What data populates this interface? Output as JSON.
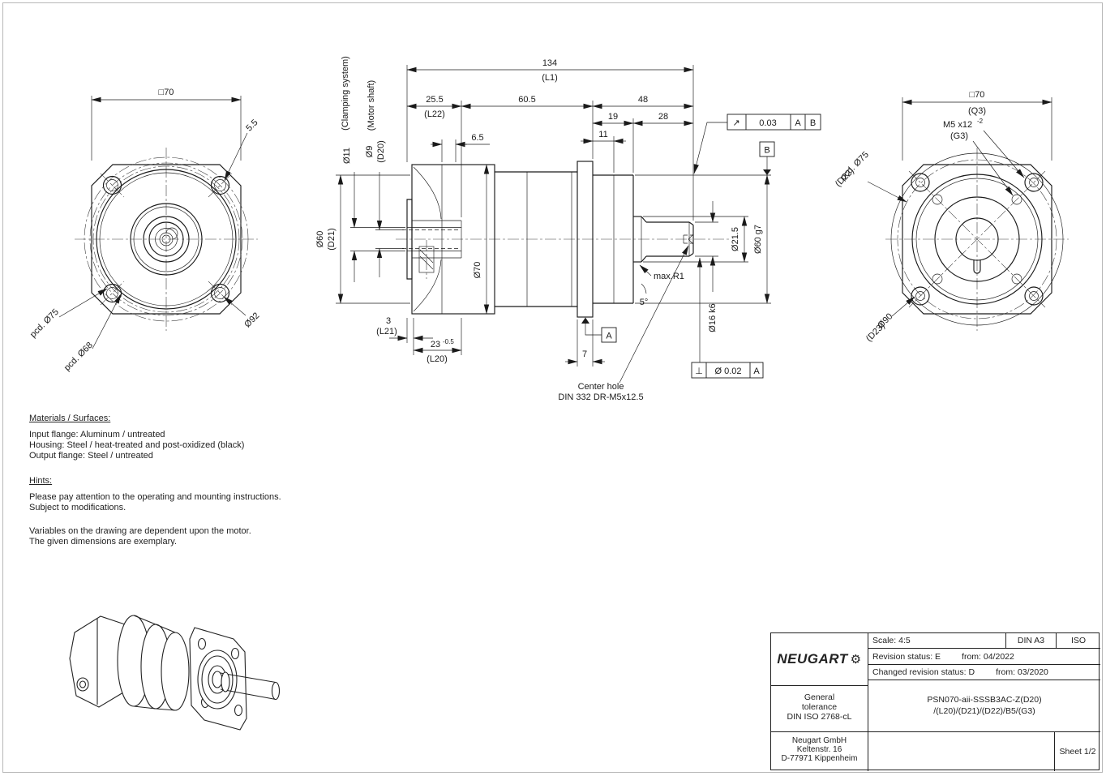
{
  "colors": {
    "line": "#1a1a1a",
    "centerline": "#3c3c3c",
    "page_border": "#b8b8b8"
  },
  "front_view": {
    "dim_square": "□70",
    "dim_hole": "5.5",
    "label_pcd75": "pcd. Ø75",
    "label_pcd68": "pcd. Ø68",
    "label_dia92": "Ø92"
  },
  "side_view": {
    "label_clamping": "(Clamping system)",
    "label_motor_shaft": "(Motor shaft)",
    "dim_134": "134",
    "ref_l1": "(L1)",
    "dim_25_5": "25.5",
    "ref_l22": "(L22)",
    "dim_60_5": "60.5",
    "dim_48": "48",
    "dim_19": "19",
    "dim_28": "28",
    "dim_11": "11",
    "dim_6_5": "6.5",
    "dia_11": "Ø11",
    "dia_9": "Ø9",
    "ref_d20": "(D20)",
    "dia_60": "Ø60",
    "ref_d21": "(D21)",
    "dia_70": "Ø70",
    "dia_21_5": "Ø21.5",
    "dia_60_g7": "Ø60 g7",
    "dia_16_k6": "Ø16 k6",
    "label_max_r1": "max.R1",
    "dim_angle": "5°",
    "dim_3": "3",
    "ref_l21": "(L21)",
    "dim_23": "23",
    "tol_23": "-0.5",
    "ref_l20": "(L20)",
    "dim_7": "7",
    "fcf_runout_symbol": "↗",
    "fcf_runout_value": "0.03",
    "fcf_runout_datum1": "A",
    "fcf_runout_datum2": "B",
    "datum_a": "A",
    "datum_b": "B",
    "fcf_perp_symbol": "⊥",
    "fcf_perp_value": "Ø 0.02",
    "fcf_perp_datum": "A",
    "note_center_hole_1": "Center hole",
    "note_center_hole_2": "DIN 332 DR-M5x12.5"
  },
  "rear_view": {
    "dim_square": "□70",
    "ref_q3": "(Q3)",
    "thread": "M5 x12",
    "thread_tol": "-2",
    "ref_g3": "(G3)",
    "label_pcd": "pcd. Ø75",
    "ref_d22": "(D22)",
    "label_dia90": "Ø90",
    "ref_d23": "(D23)"
  },
  "materials": {
    "heading": "Materials / Surfaces:",
    "line1": "Input flange: Aluminum / untreated",
    "line2": "Housing: Steel / heat-treated and post-oxidized (black)",
    "line3": "Output flange: Steel / untreated"
  },
  "hints": {
    "heading": "Hints:",
    "line1": "Please pay attention to the operating and mounting instructions.",
    "line2": "Subject to modifications.",
    "line3": "Variables on the drawing are dependent upon the motor.",
    "line4": "The given dimensions are exemplary."
  },
  "title_block": {
    "logo_text": "NEUGART",
    "gear_glyph": "⚙",
    "scale": "Scale: 4:5",
    "din": "DIN A3",
    "iso": "ISO",
    "revision_label": "Revision status: E",
    "revision_from": "from: 04/2022",
    "changed_label": "Changed revision status: D",
    "changed_from": "from: 03/2020",
    "tolerance_line1": "General",
    "tolerance_line2": "tolerance",
    "tolerance_line3": "DIN ISO 2768-cL",
    "part_line1": "PSN070-aii-SSSB3AC-Z(D20)",
    "part_line2": "/(L20)/(D21)/(D22)/B5/(G3)",
    "company_line1": "Neugart GmbH",
    "company_line2": "Keltenstr. 16",
    "company_line3": "D-77971 Kippenheim",
    "sheet": "Sheet 1/2"
  }
}
